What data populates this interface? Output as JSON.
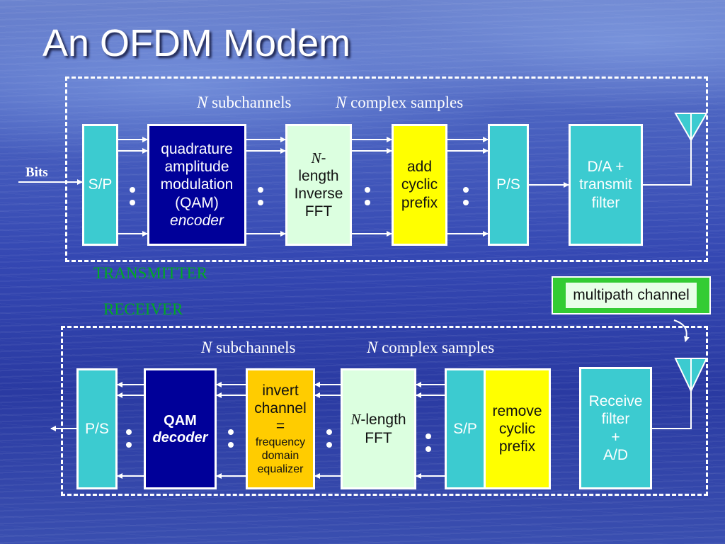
{
  "title": "An OFDM Modem",
  "transmitter": {
    "subchannels_n": "N",
    "subchannels_label": "subchannels",
    "samples_n": "N",
    "samples_label": "complex samples",
    "bits_label": "Bits",
    "sp": "S/P",
    "qam": {
      "line1": "quadrature",
      "line2": "amplitude",
      "line3": "modulation",
      "line4": "(QAM)",
      "line5": "encoder"
    },
    "ifft": {
      "n": "N",
      "dash": "-",
      "line2": "length",
      "line3": "Inverse",
      "line4": "FFT"
    },
    "cyclic": {
      "line1": "add",
      "line2": "cyclic",
      "line3": "prefix"
    },
    "ps": "P/S",
    "da": {
      "line1": "D/A +",
      "line2": "transmit",
      "line3": "filter"
    },
    "section_label": "TRANSMITTER"
  },
  "channel_label": "multipath channel",
  "receiver": {
    "section_label": "RECEIVER",
    "subchannels_n": "N",
    "subchannels_label": "subchannels",
    "samples_n": "N",
    "samples_label": "complex samples",
    "ps": "P/S",
    "qam": {
      "line1": "QAM",
      "line2": "decoder"
    },
    "eq": {
      "line1": "invert",
      "line2": "channel",
      "line3": "=",
      "line4": "frequency",
      "line5": "domain",
      "line6": "equalizer"
    },
    "fft": {
      "n": "N",
      "line1": "-length",
      "line2": "FFT"
    },
    "sp": "S/P",
    "remove": {
      "line1": "remove",
      "line2": "cyclic",
      "line3": "prefix"
    },
    "rx": {
      "line1": "Receive",
      "line2": "filter",
      "line3": "+",
      "line4": "A/D"
    }
  },
  "colors": {
    "cyan_block": "#3ccbd0",
    "light_block": "#dcffe0",
    "yellow_block": "#ffff00",
    "orange_block": "#ffcc00",
    "navy_block": "#000099",
    "section_label": "#00aa22"
  }
}
